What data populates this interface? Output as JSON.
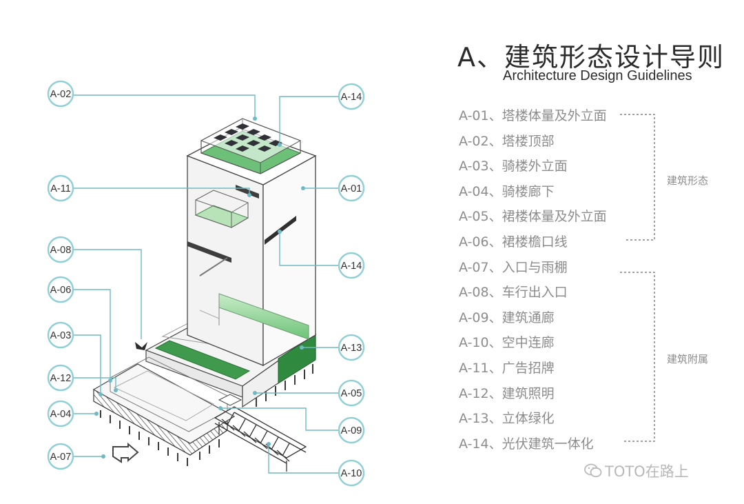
{
  "title": {
    "chinese": "A、建筑形态设计导则",
    "english": "Architecture Design Guidelines"
  },
  "guidelines": [
    "A-01、塔楼体量及外立面",
    "A-02、塔楼顶部",
    "A-03、骑楼外立面",
    "A-04、骑楼廊下",
    "A-05、裙楼体量及外立面",
    "A-06、裙楼檐口线",
    "A-07、入口与雨棚",
    "A-08、车行出入口",
    "A-09、建筑通廊",
    "A-10、空中连廊",
    "A-11、广告招牌",
    "A-12、建筑照明",
    "A-13、立体绿化",
    "A-14、光伏建筑一体化"
  ],
  "groups": {
    "form": "建筑形态",
    "accessory": "建筑附属"
  },
  "callouts": {
    "a02": "A-02",
    "a14_top": "A-14",
    "a11": "A-11",
    "a01": "A-01",
    "a08": "A-08",
    "a14_mid": "A-14",
    "a06": "A-06",
    "a03": "A-03",
    "a13": "A-13",
    "a12": "A-12",
    "a05": "A-05",
    "a04": "A-04",
    "a09": "A-09",
    "a07": "A-07",
    "a10": "A-10"
  },
  "watermark": "TOTO在路上",
  "colors": {
    "callout_ring": "#8ecfd6",
    "leader_line": "#6fb9c3",
    "green_roof": "#72c27e",
    "text_gray": "#8c8c8c"
  },
  "icons": {
    "watermark": "wechat-icon",
    "entrance": "entrance-arrow-icon",
    "vehicle": "vehicle-entry-arrow-icon"
  }
}
